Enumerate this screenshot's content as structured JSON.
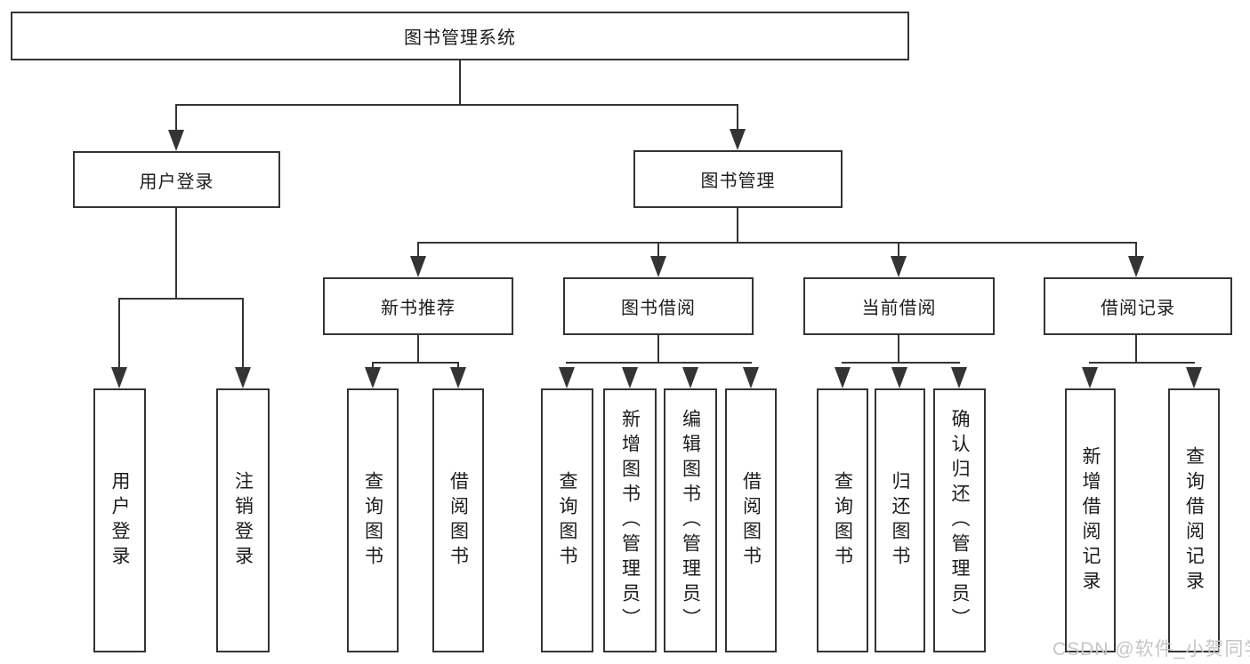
{
  "diagram": {
    "root": {
      "label": "图书管理系统"
    },
    "branches": {
      "user_login": {
        "label": "用户登录"
      },
      "book_mgmt": {
        "label": "图书管理"
      }
    },
    "modules": {
      "new_book": {
        "label": "新书推荐"
      },
      "book_borrow": {
        "label": "图书借阅"
      },
      "current_borrow": {
        "label": "当前借阅"
      },
      "borrow_record": {
        "label": "借阅记录"
      }
    },
    "leaves": {
      "login": "用户登录",
      "logout": "注销登录",
      "nb_query": "查询图书",
      "nb_borrow": "借阅图书",
      "bb_query": "查询图书",
      "bb_add": "新增图书（管理员）",
      "bb_edit": "编辑图书（管理员）",
      "bb_borrow": "借阅图书",
      "cb_query": "查询图书",
      "cb_return": "归还图书",
      "cb_confirm": "确认归还（管理员）",
      "br_add": "新增借阅记录",
      "br_query": "查询借阅记录"
    },
    "watermark": "CSDN @软件_小贺同学"
  },
  "colors": {
    "line": "#343434",
    "text": "#1c1c1c",
    "box_fill": "#ffffff",
    "background": "#ffffff",
    "watermark": "#c6c6c6"
  }
}
